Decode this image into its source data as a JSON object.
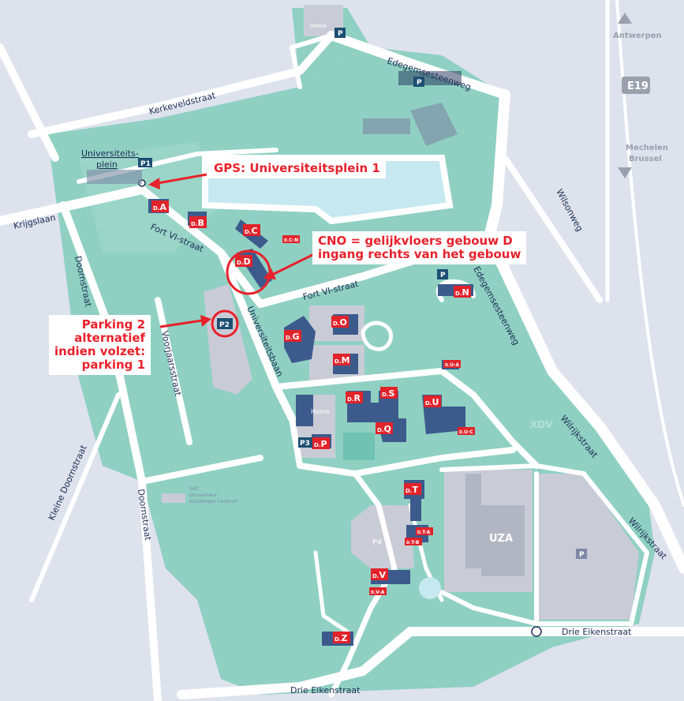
{
  "callouts": {
    "gps": "GPS: Universiteitsplein 1",
    "cno_line1": "CNO = gelijkvloers gebouw D",
    "cno_line2": "ingang rechts van het gebouw",
    "p2_line1": "Parking 2",
    "p2_line2": "alternatief",
    "p2_line3": "indien volzet:",
    "p2_line4": "parking 1"
  },
  "streets": {
    "kerkeveldstraat": "Kerkeveldstraat",
    "edegemsesteenweg_top": "Edegemsesteenweg",
    "edegemsesteenweg_right": "Edegemsesteenweg",
    "universiteitsplein_1": "Universiteits-",
    "universiteitsplein_2": "plein",
    "krijgslaan": "Krijgslaan",
    "fort_vi_left": "Fort VI-straat",
    "fort_vi_right": "Fort VI-straat",
    "universiteitsbaan": "Universiteitsbaan",
    "doornstraat_top": "Doornstraat",
    "doornstraat_bottom": "Doornstraat",
    "voorjaarsstraat": "Voorjaarsstraat",
    "kleine_doornstraat": "Kleine Doornstraat",
    "wilsonweg": "Wilsonweg",
    "wilrijkstraat_1": "Wilrijkstraat",
    "wilrijkstraat_2": "Wilrijkstraat",
    "drie_eikenstraat_right": "Drie Eikenstraat",
    "drie_eikenstraat_bottom": "Drie Eikenstraat"
  },
  "highway": {
    "antwerpen": "Antwerpen",
    "e19": "E19",
    "mechelen": "Mechelen",
    "brussel": "Brussel"
  },
  "places": {
    "home_top": "Home",
    "home_mid": "Home",
    "xdv": "XDV",
    "uza": "UZA",
    "p4": "P4",
    "gkc_1": "GKC",
    "gkc_2": "Gouverneur",
    "gkc_3": "Kinsbergen Centrum"
  },
  "parking": {
    "p1": "P1",
    "p2": "P2",
    "p3": "P3",
    "p_generic": "P"
  },
  "buildings": {
    "prefix": "D.",
    "A": "A",
    "B": "B",
    "C": "C",
    "CN": "C-N",
    "D": "D",
    "N": "N",
    "O": "O",
    "G": "G",
    "M": "M",
    "UA": "U-A",
    "R": "R",
    "S": "S",
    "U": "U",
    "Q": "Q",
    "UC": "U-C",
    "P": "P",
    "T": "T",
    "TA": "T-A",
    "TB": "T-B",
    "V": "V",
    "VA": "V-A",
    "Z": "Z"
  },
  "colors": {
    "campus_green": "#8fd0c2",
    "building_blue": "#3d5a8c",
    "road_white": "#ffffff",
    "background": "#dde2ec",
    "accent_red": "#e8212b"
  }
}
